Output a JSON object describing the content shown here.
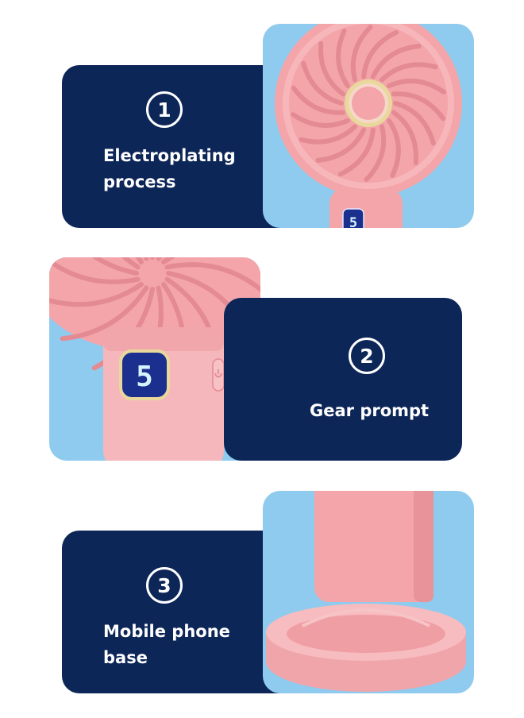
{
  "features": [
    {
      "number": "1",
      "line1": "Electroplating",
      "line2": "process"
    },
    {
      "number": "2",
      "line1": "Gear prompt"
    },
    {
      "number": "3",
      "line1": "Mobile phone",
      "line2": "base"
    }
  ],
  "display": {
    "digit": "5"
  },
  "colors": {
    "panel": "#0d2658",
    "background": "#8fcbee",
    "fan_pink": "#f3a5aa",
    "fan_pink_dark": "#e48a92",
    "display_blue": "#1b2f8f",
    "gold_ring": "#e9d89b"
  },
  "icons": {
    "power": "power-icon",
    "fan": "fan-icon"
  }
}
